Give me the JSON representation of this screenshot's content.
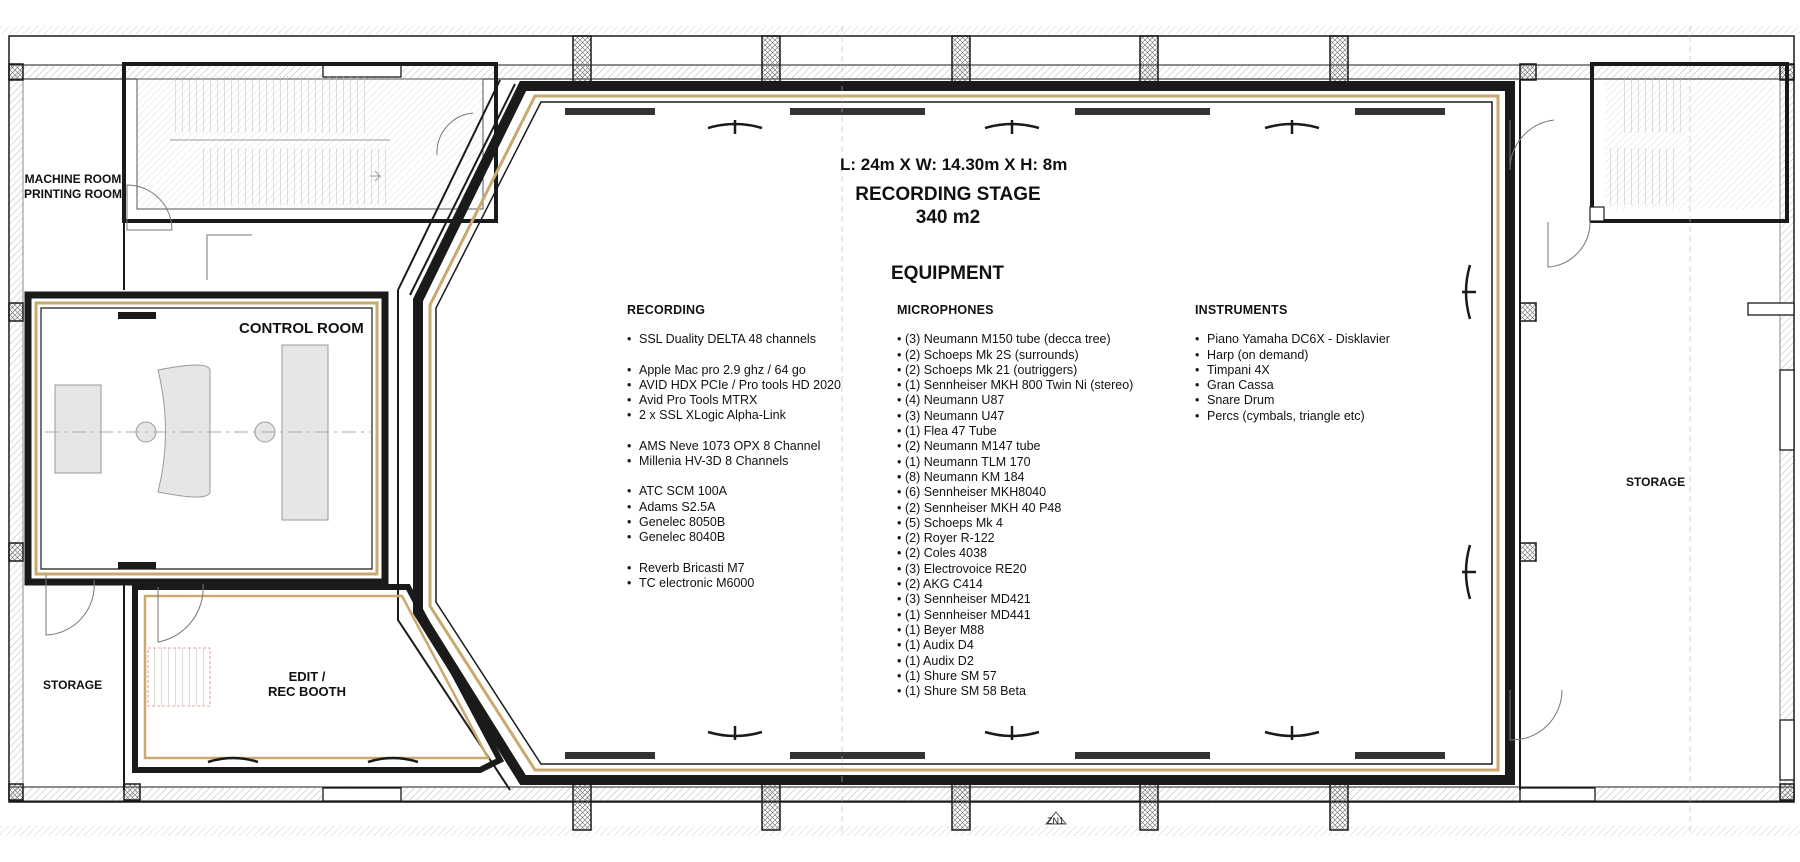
{
  "stage": {
    "dimensions": "L: 24m X W: 14.30m X H: 8m",
    "name": "RECORDING STAGE",
    "area": "340 m2"
  },
  "equipment": {
    "title": "EQUIPMENT",
    "recording": {
      "heading": "RECORDING",
      "groups": [
        [
          "SSL Duality DELTA 48 channels"
        ],
        [
          "Apple Mac pro 2.9 ghz / 64 go",
          "AVID HDX PCIe / Pro tools HD 2020",
          "Avid Pro Tools MTRX",
          "2 x SSL XLogic Alpha-Link"
        ],
        [
          "AMS Neve 1073 OPX 8 Channel",
          "Millenia HV-3D 8 Channels"
        ],
        [
          "ATC SCM 100A",
          "Adams S2.5A",
          "Genelec 8050B",
          "Genelec 8040B"
        ],
        [
          "Reverb Bricasti M7",
          "TC electronic M6000"
        ]
      ]
    },
    "microphones": {
      "heading": "MICROPHONES",
      "items": [
        "(3) Neumann M150 tube (decca tree)",
        "(2) Schoeps Mk 2S (surrounds)",
        "(2) Schoeps Mk 21 (outriggers)",
        "(1) Sennheiser MKH 800 Twin Ni (stereo)",
        "(4) Neumann U87",
        "(3) Neumann U47",
        "(1) Flea 47 Tube",
        "(2) Neumann M147 tube",
        "(1) Neumann TLM 170",
        "(8) Neumann KM 184",
        "(6) Sennheiser MKH8040",
        "(2) Sennheiser MKH 40 P48",
        "(5) Schoeps Mk 4",
        "(2) Royer R-122",
        "(2) Coles 4038",
        "(3) Electrovoice RE20",
        "(2) AKG C414",
        "(3) Sennheiser MD421",
        "(1) Sennheiser MD441",
        "(1) Beyer M88",
        "(1) Audix D4",
        "(1) Audix D2",
        "(1) Shure SM 57",
        "(1) Shure SM 58 Beta"
      ]
    },
    "instruments": {
      "heading": "INSTRUMENTS",
      "items": [
        "Piano Yamaha DC6X - Disklavier",
        "Harp (on demand)",
        "Timpani 4X",
        "Gran Cassa",
        "Snare Drum",
        "Percs (cymbals, triangle etc)"
      ]
    }
  },
  "rooms": {
    "machine_room": [
      "MACHINE ROOM",
      "PRINTING ROOM"
    ],
    "control_room": "CONTROL ROOM",
    "storage_left": "STORAGE",
    "edit_booth": [
      "EDIT /",
      "REC BOOTH"
    ],
    "storage_right": "STORAGE"
  },
  "zone_marker": "ZN1",
  "colors": {
    "wall": "#1a1a1a",
    "acoustic_panel": "#c9a96e",
    "hatch": "#888888",
    "furniture": "#e6e6e6",
    "reference_line": "#d9534f"
  }
}
